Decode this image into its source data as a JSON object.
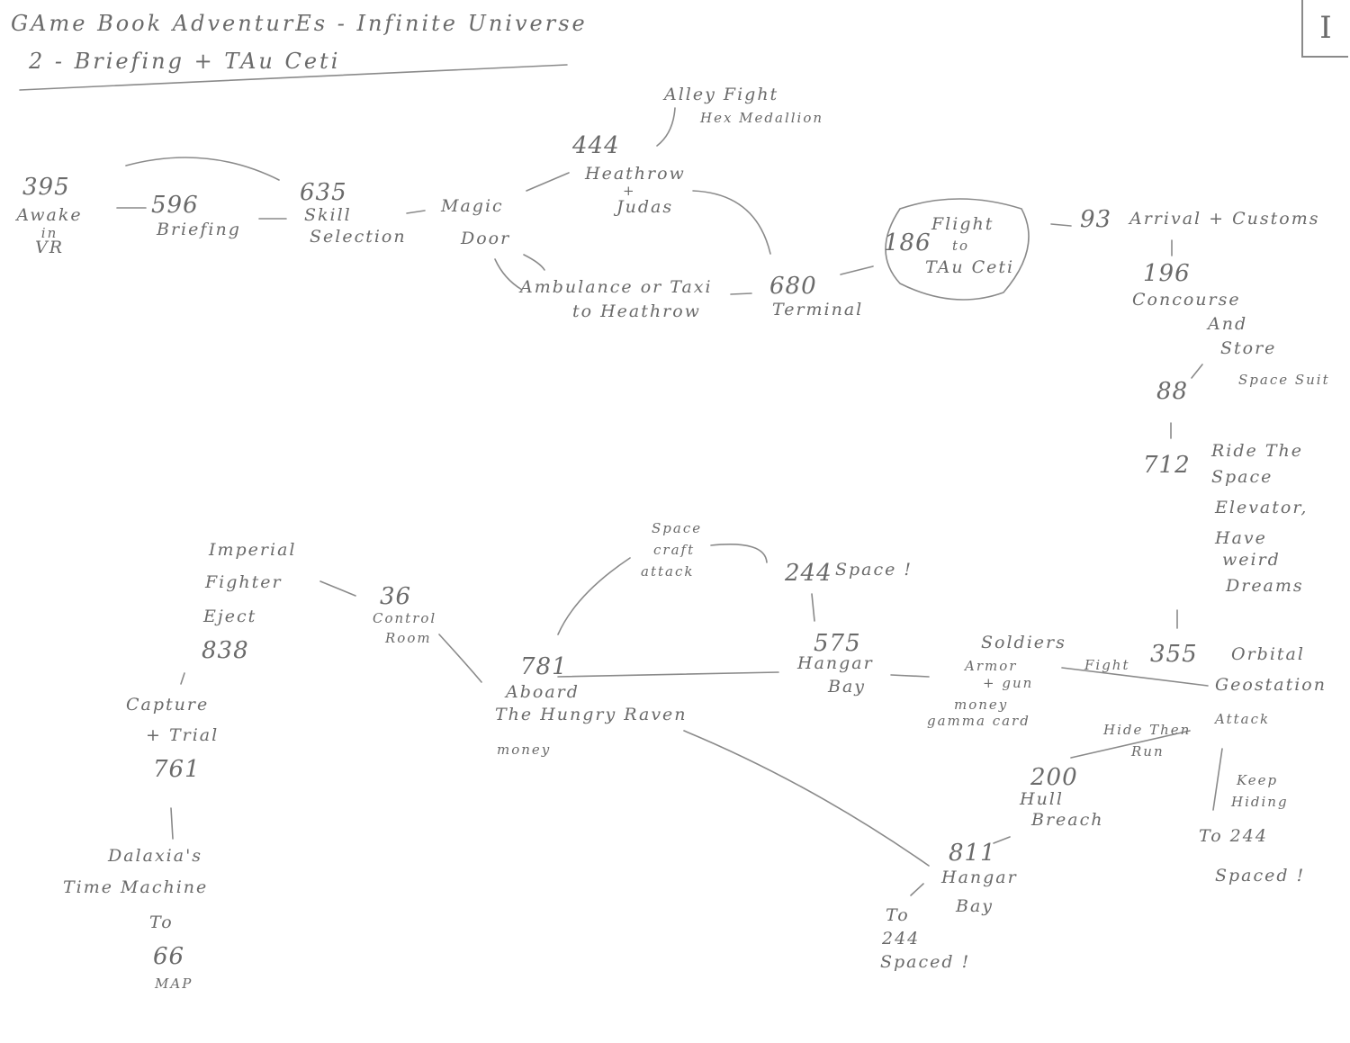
{
  "title": {
    "line1": "GAme Book   AdventurEs - Infinite Universe",
    "line2": "2 - Briefing + TAu Ceti"
  },
  "page_marker": "I",
  "nodes": {
    "n395": {
      "num": "395",
      "lines": [
        "Awake",
        "in",
        "VR"
      ]
    },
    "n596": {
      "num": "596",
      "lines": [
        "Briefing"
      ]
    },
    "n635": {
      "num": "635",
      "lines": [
        "Skill",
        "Selection"
      ]
    },
    "magic": {
      "lines": [
        "Magic",
        "Door"
      ]
    },
    "alley": {
      "lines": [
        "Alley Fight",
        "Hex Medallion"
      ]
    },
    "n444": {
      "num": "444",
      "lines": [
        "Heathrow",
        "+",
        "Judas"
      ]
    },
    "ambulance": {
      "lines": [
        "Ambulance or Taxi",
        "to Heathrow"
      ]
    },
    "n680": {
      "num": "680",
      "lines": [
        "Terminal"
      ]
    },
    "n186": {
      "num": "186",
      "lines": [
        "Flight",
        "to",
        "TAu Ceti"
      ]
    },
    "n93": {
      "num": "93",
      "lines": [
        "Arrival + Customs"
      ]
    },
    "n196": {
      "num": "196",
      "lines": [
        "Concourse",
        "And",
        "Store"
      ]
    },
    "spacesuit": {
      "lines": [
        "Space Suit"
      ]
    },
    "n88": {
      "num": "88"
    },
    "n712": {
      "num": "712",
      "lines": [
        "Ride The",
        "Space",
        "Elevator,",
        "Have",
        "weird",
        "Dreams"
      ]
    },
    "n355": {
      "num": "355",
      "lines": [
        "Orbital",
        "Geostation",
        "Attack"
      ]
    },
    "soldiers": {
      "lines": [
        "Soldiers",
        "Armor",
        "+ gun",
        "money",
        "gamma card"
      ]
    },
    "fight": {
      "lines": [
        "Fight"
      ]
    },
    "hide": {
      "lines": [
        "Hide Then",
        "Run"
      ]
    },
    "keep": {
      "lines": [
        "Keep",
        "Hiding"
      ]
    },
    "to244a": {
      "lines": [
        "To  244",
        "Spaced !"
      ]
    },
    "n200": {
      "num": "200",
      "lines": [
        "Hull",
        "Breach"
      ]
    },
    "n811": {
      "num": "811",
      "lines": [
        "Hangar",
        "Bay"
      ]
    },
    "to244b": {
      "lines": [
        "To",
        "244",
        "Spaced !"
      ]
    },
    "n575": {
      "num": "575",
      "lines": [
        "Hangar",
        "Bay"
      ]
    },
    "n244": {
      "num": "244",
      "lines": [
        "Space !"
      ]
    },
    "craft": {
      "lines": [
        "Space",
        "craft",
        "attack"
      ]
    },
    "n781": {
      "num": "781",
      "lines": [
        "Aboard",
        "The Hungry Raven",
        "money"
      ]
    },
    "n36": {
      "num": "36",
      "lines": [
        "Control",
        "Room"
      ]
    },
    "n838": {
      "lines": [
        "Imperial",
        "Fighter",
        "Eject"
      ],
      "num": "838"
    },
    "n761": {
      "lines": [
        "Capture",
        "+ Trial"
      ],
      "num": "761"
    },
    "dalaxia": {
      "lines": [
        "Dalaxia's",
        "Time  Machine",
        "To"
      ],
      "num": "66",
      "tail": "MAP"
    }
  }
}
